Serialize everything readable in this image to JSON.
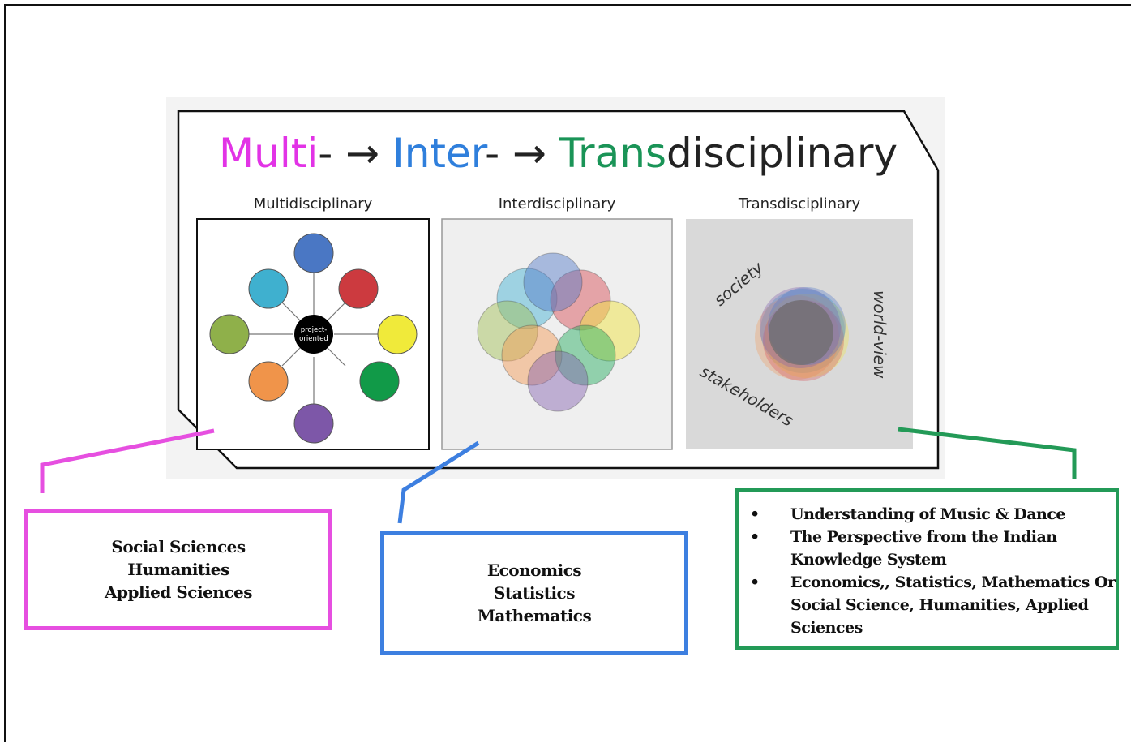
{
  "title": {
    "multi": "Multi",
    "sep1": "- → ",
    "inter": "Inter",
    "sep2": "- → ",
    "trans": "Trans",
    "rest": "disciplinary"
  },
  "colors": {
    "multi": "#e233e6",
    "inter": "#2f7fdc",
    "trans": "#1a9457",
    "rest": "#222222",
    "pink_box": "#e64fe0",
    "blue_box": "#3d7fe0",
    "green_box": "#239a57"
  },
  "panels": {
    "multi": {
      "label": "Multidisciplinary",
      "center_label": [
        "project-",
        "oriented"
      ]
    },
    "inter": {
      "label": "Interdisciplinary"
    },
    "trans": {
      "label": "Transdisciplinary",
      "words": [
        "society",
        "world-view",
        "stakeholders"
      ]
    }
  },
  "boxes": {
    "multi": {
      "lines": [
        "Social Sciences",
        "Humanities",
        "Applied Sciences"
      ]
    },
    "inter": {
      "lines": [
        "Economics",
        "Statistics",
        "Mathematics"
      ]
    },
    "trans": {
      "bullet": "•",
      "items": [
        "Understanding of Music & Dance",
        "The Perspective from the Indian Knowledge System",
        "Economics,, Statistics, Mathematics Or Social Science, Humanities, Applied Sciences"
      ]
    }
  }
}
